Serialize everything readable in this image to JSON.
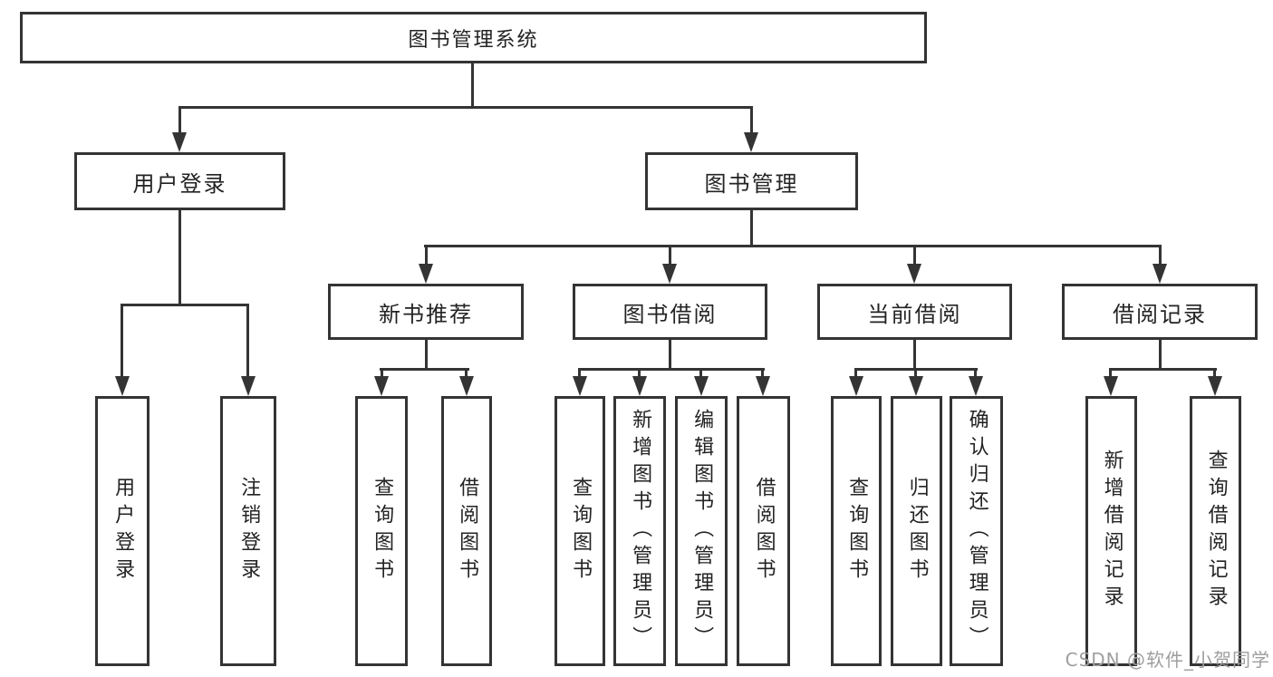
{
  "diagram": {
    "root": {
      "label": "图书管理系统"
    },
    "branches": [
      {
        "label": "用户登录",
        "children": [
          {
            "label": "用户登录"
          },
          {
            "label": "注销登录"
          }
        ]
      },
      {
        "label": "图书管理",
        "children": [
          {
            "label": "新书推荐",
            "children": [
              {
                "label": "查询图书"
              },
              {
                "label": "借阅图书"
              }
            ]
          },
          {
            "label": "图书借阅",
            "children": [
              {
                "label": "查询图书"
              },
              {
                "label": "新增图书（管理员）"
              },
              {
                "label": "编辑图书（管理员）"
              },
              {
                "label": "借阅图书"
              }
            ]
          },
          {
            "label": "当前借阅",
            "children": [
              {
                "label": "查询图书"
              },
              {
                "label": "归还图书"
              },
              {
                "label": "确认归还（管理员）"
              }
            ]
          },
          {
            "label": "借阅记录",
            "children": [
              {
                "label": "新增借阅记录"
              },
              {
                "label": "查询借阅记录"
              }
            ]
          }
        ]
      }
    ]
  },
  "watermark": {
    "text": "CSDN @软件_小贺同学"
  },
  "colors": {
    "line": "#343434",
    "text": "#232323",
    "watermark": "#9e9e9e",
    "background": "#ffffff"
  }
}
